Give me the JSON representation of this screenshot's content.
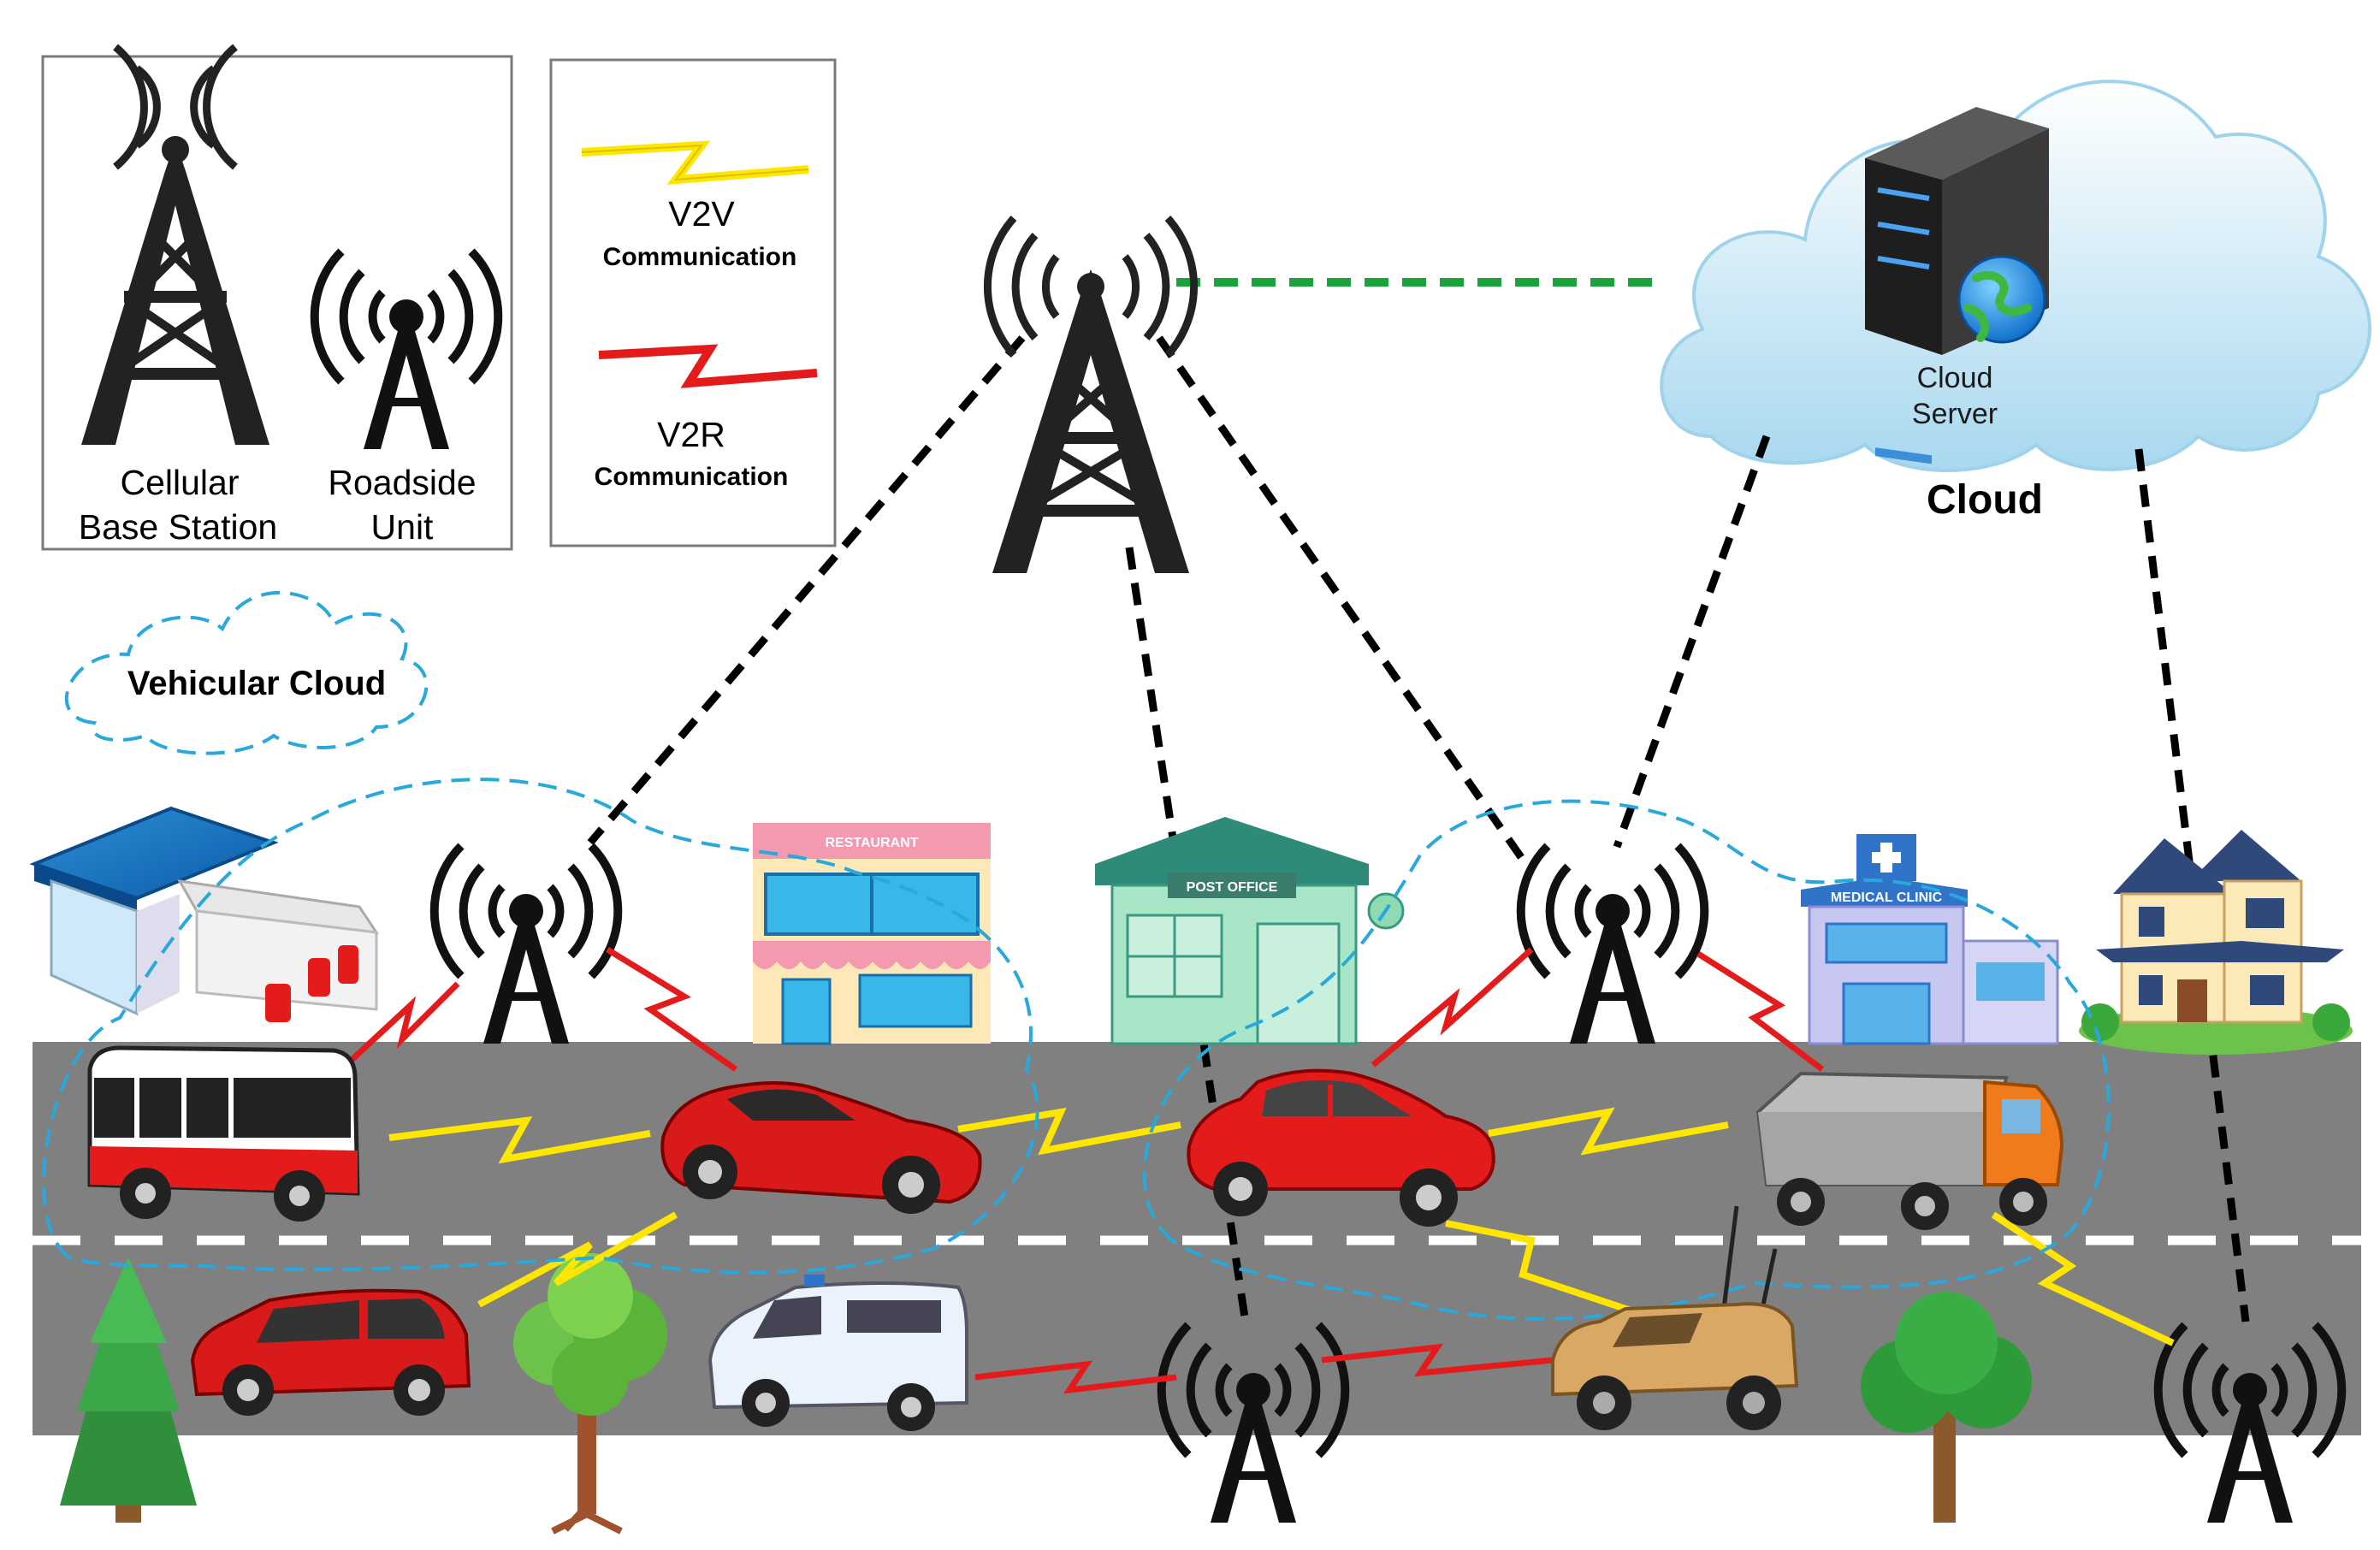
{
  "legend_nodes": {
    "base_station_line1": "Cellular",
    "base_station_line2": "Base Station",
    "rsu_line1": "Roadside",
    "rsu_line2": "Unit"
  },
  "legend_links": {
    "v2v_title": "V2V",
    "v2v_sub": "Communication",
    "v2r_title": "V2R",
    "v2r_sub": "Communication"
  },
  "vehicular_cloud_label": "Vehicular Cloud",
  "cloud": {
    "server_line1": "Cloud",
    "server_line2": "Server",
    "label": "Cloud"
  },
  "signs": {
    "restaurant": "RESTAURANT",
    "post_office": "POST OFFICE",
    "clinic": "MEDICAL CLINIC"
  },
  "colors": {
    "v2v_link": "#ffe600",
    "v2r_link": "#e31b1b",
    "backhaul": "#1aa33a",
    "vehicular_cloud": "#29a8dc",
    "road": "#808080"
  }
}
